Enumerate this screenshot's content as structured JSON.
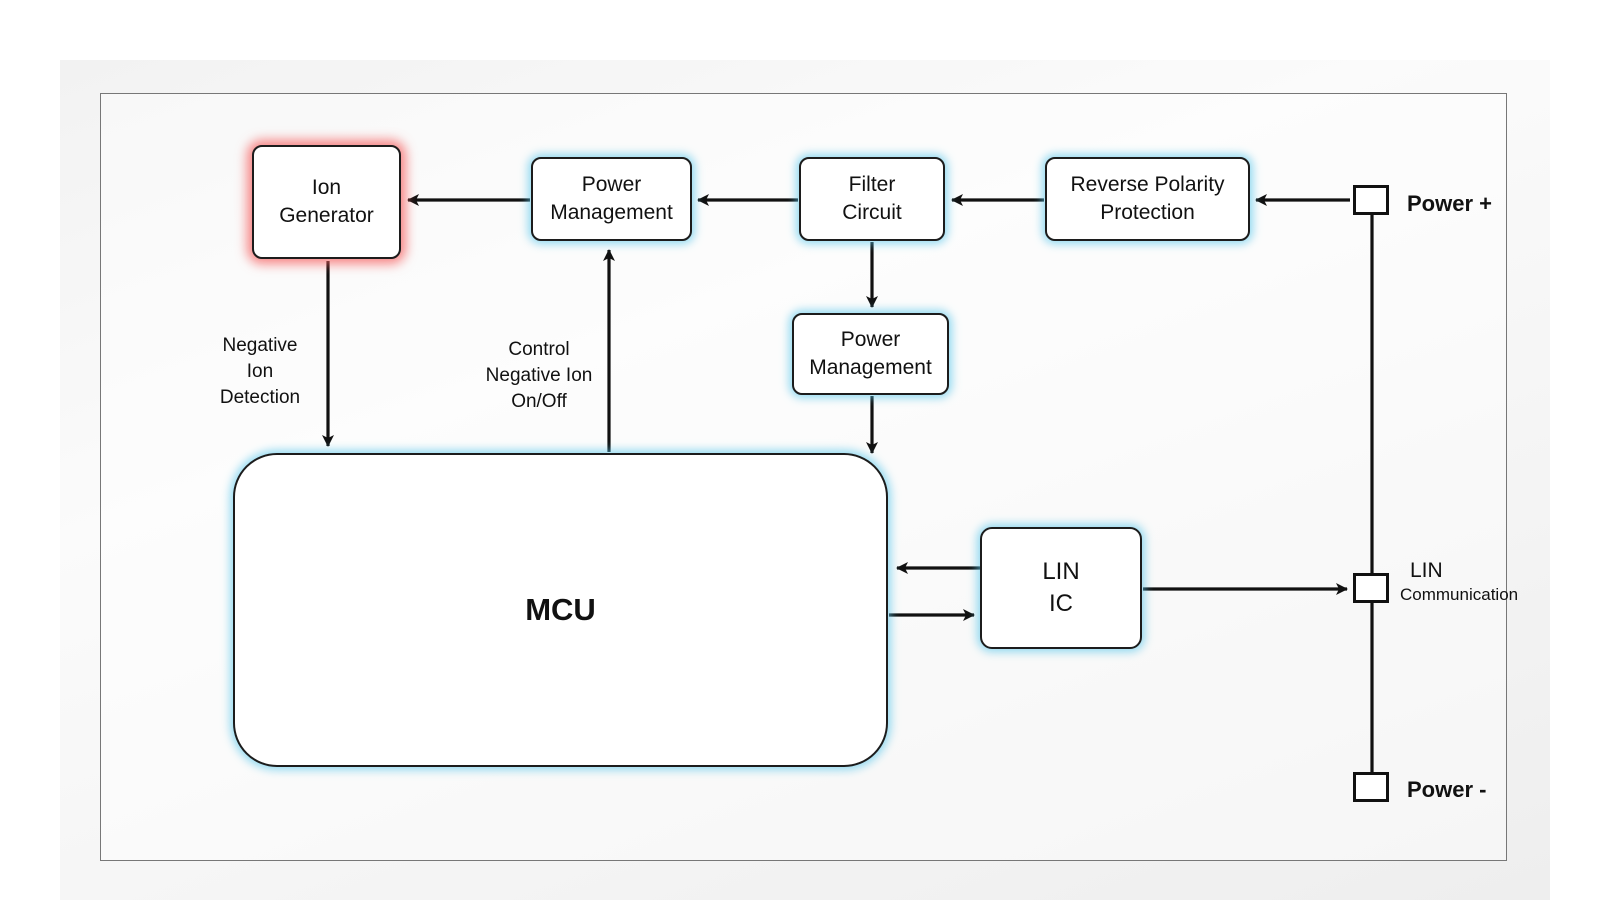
{
  "blocks": {
    "ion_generator": "Ion\nGenerator",
    "power_management_top": "Power\nManagement",
    "filter_circuit": "Filter\nCircuit",
    "reverse_polarity": "Reverse Polarity\nProtection",
    "power_management_mid": "Power\nManagement",
    "mcu": "MCU",
    "lin_ic": "LIN\nIC"
  },
  "edge_labels": {
    "negative_ion_detection": "Negative\nIon\nDetection",
    "control_negative_ion": "Control\nNegative Ion\nOn/Off"
  },
  "terminals": {
    "power_plus": "Power +",
    "lin_line1": "LIN",
    "lin_line2": "Communication",
    "power_minus": "Power -"
  },
  "colors": {
    "block_glow": "#5ac8eb",
    "highlight_glow": "#f55f5f",
    "line": "#111111"
  }
}
